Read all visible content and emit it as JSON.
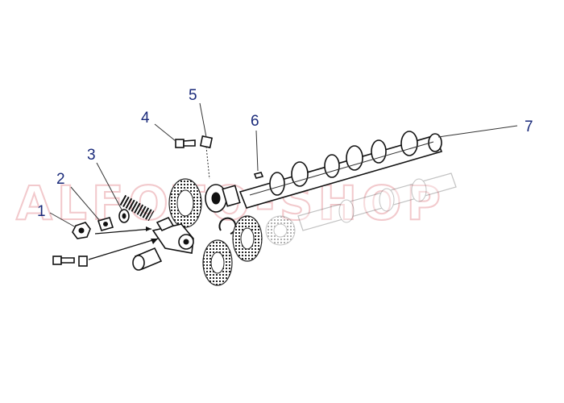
{
  "watermark": "ALFOTO-SHOP",
  "callouts": [
    {
      "id": "callout-1",
      "label": "1"
    },
    {
      "id": "callout-2",
      "label": "2"
    },
    {
      "id": "callout-3",
      "label": "3"
    },
    {
      "id": "callout-4",
      "label": "4"
    },
    {
      "id": "callout-5",
      "label": "5"
    },
    {
      "id": "callout-6",
      "label": "6"
    },
    {
      "id": "callout-7",
      "label": "7"
    }
  ],
  "colors": {
    "label": "#1a2a7a",
    "watermark": "#f2c9cc",
    "ink": "#111111"
  }
}
